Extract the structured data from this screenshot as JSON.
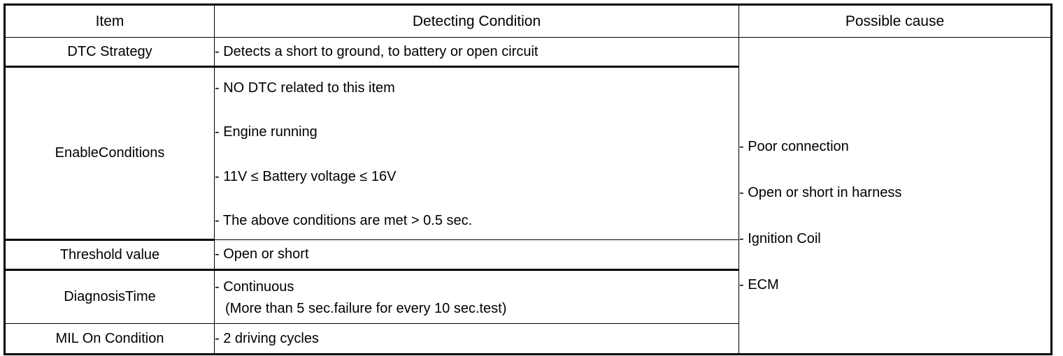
{
  "table": {
    "headers": [
      {
        "label": "Item"
      },
      {
        "label": "Detecting Condition"
      },
      {
        "label": "Possible cause"
      }
    ],
    "rows": [
      {
        "item": "DTC Strategy",
        "condition_lines": [
          "-  Detects a short to ground, to battery or open circuit"
        ]
      },
      {
        "item": "EnableConditions",
        "condition_lines": [
          "-  NO DTC related to this item",
          "-  Engine running",
          "-  11V ≤ Battery voltage ≤ 16V",
          "-  The above conditions are met > 0.5 sec."
        ]
      },
      {
        "item": "Threshold value",
        "condition_lines": [
          "-  Open or short"
        ]
      },
      {
        "item": "DiagnosisTime",
        "condition_lines": [
          "-  Continuous",
          "(More than 5 sec.failure for every 10 sec.test)"
        ]
      },
      {
        "item": "MIL On Condition",
        "condition_lines": [
          "-  2 driving cycles"
        ]
      }
    ],
    "possible_causes": [
      "-  Poor connection",
      "-  Open or short in harness",
      "-  Ignition Coil",
      "-  ECM"
    ]
  },
  "style": {
    "border_color": "#000000",
    "text_color": "#000000",
    "background": "#ffffff"
  }
}
